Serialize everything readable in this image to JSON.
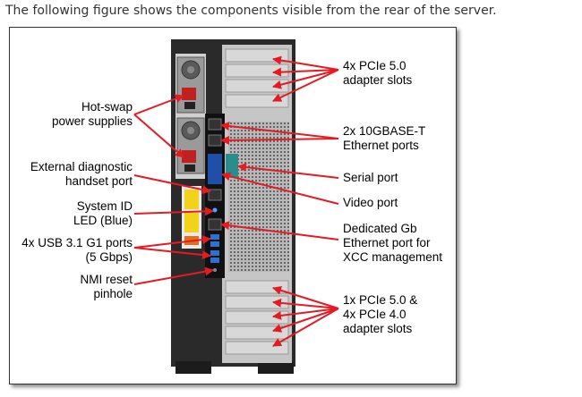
{
  "caption": "The following figure shows the components visible from the rear of the server.",
  "colors": {
    "callout": "#e31b23",
    "chassis": "#2a2a2a",
    "io_panel": "#111111",
    "vga": "#1f4fa8",
    "serial": "#2b8c8c"
  },
  "labels": {
    "hot_swap_psu": {
      "line1": "Hot-swap",
      "line2": "power supplies"
    },
    "external_diag": {
      "line1": "External diagnostic",
      "line2": "handset port"
    },
    "system_id_led": {
      "line1": "System ID",
      "line2": "LED (Blue)"
    },
    "usb_ports": {
      "line1": "4x USB 3.1 G1 ports",
      "line2": "(5 Gbps)"
    },
    "nmi_reset": {
      "line1": "NMI reset",
      "line2": "pinhole"
    },
    "pcie_top": {
      "line1": "4x PCIe 5.0",
      "line2": "adapter slots"
    },
    "ethernet_10g": {
      "line1": "2x 10GBASE-T",
      "line2": "Ethernet ports"
    },
    "serial_port": {
      "line1": "Serial port"
    },
    "video_port": {
      "line1": "Video port"
    },
    "xcc_port": {
      "line1": "Dedicated Gb",
      "line2": "Ethernet port for",
      "line3": "XCC management"
    },
    "pcie_bottom": {
      "line1": "1x PCIe 5.0 &",
      "line2": "4x PCIe 4.0",
      "line3": "adapter slots"
    }
  }
}
